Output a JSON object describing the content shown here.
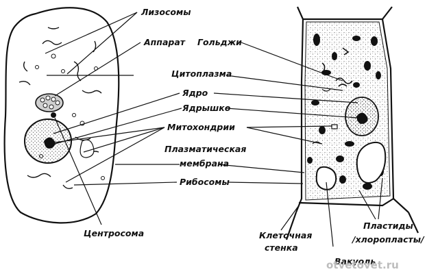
{
  "labels": {
    "lysosomes": "Лизосомы",
    "apparatus": "Аппарат",
    "golgi": "Гольджи",
    "cytoplasm": "Цитоплазма",
    "nucleus": "Ядро",
    "nucleolus": "Ядрышко",
    "mitochondria": "Митохондрии",
    "plasma_membrane_line1": "Плазматическая",
    "plasma_membrane_line2": "мембрана",
    "ribosomes": "Рибосомы",
    "centrosome": "Центросома",
    "cell_wall_line1": "Клеточная",
    "cell_wall_line2": "стенка",
    "plastids_line1": "Пластиды",
    "plastids_line2": "/хлоропласты/",
    "vacuole": "Вакуоль"
  },
  "watermark": "otvetovet.ru"
}
